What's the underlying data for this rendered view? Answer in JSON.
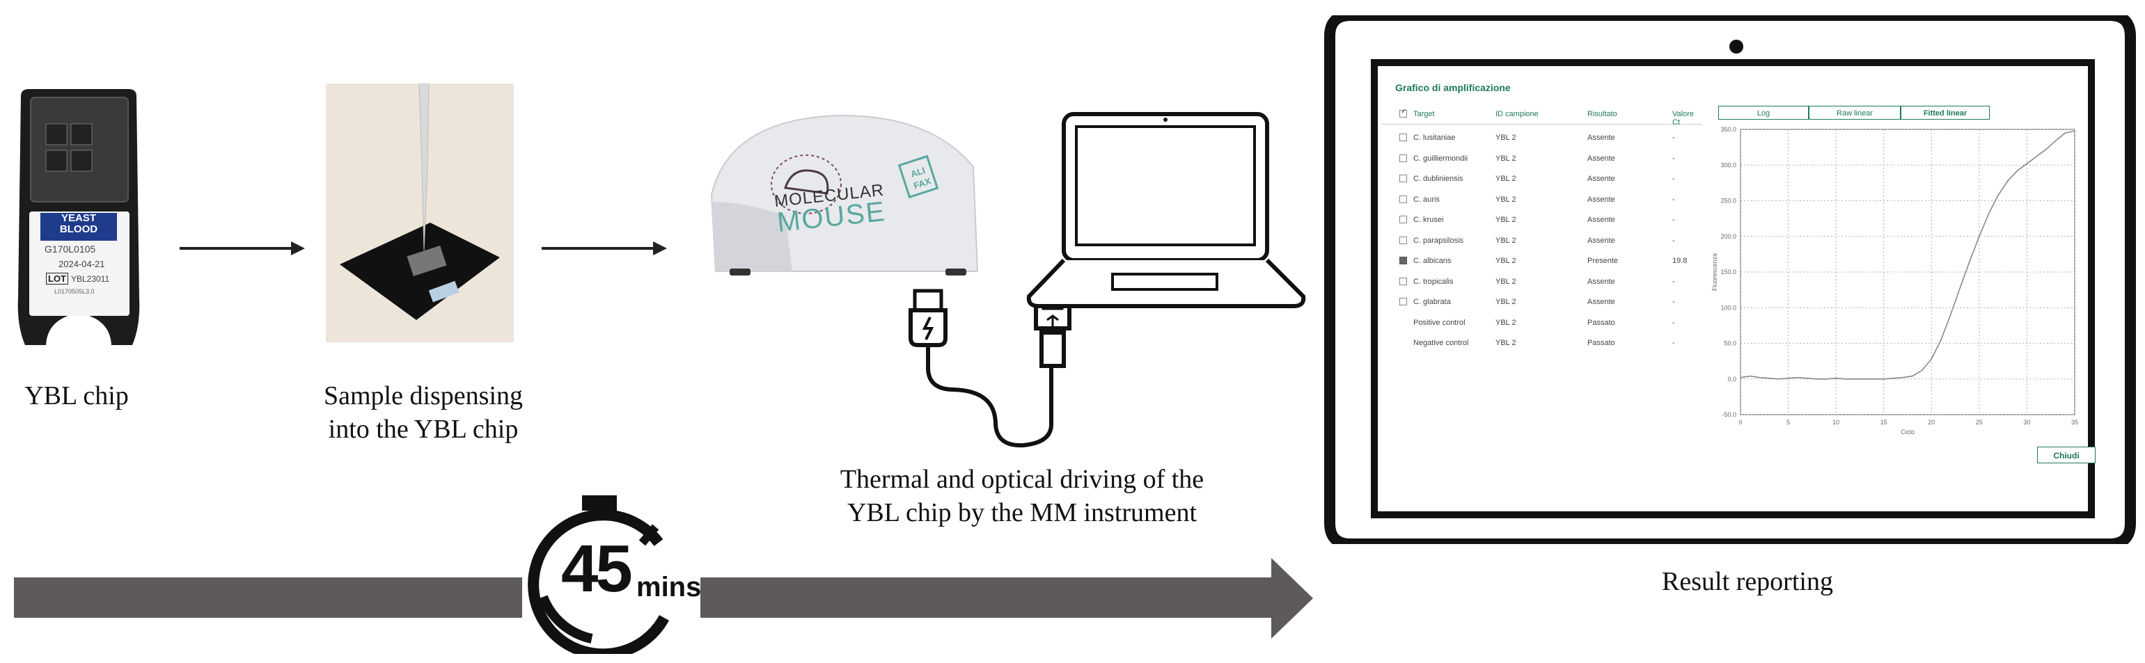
{
  "steps": {
    "chip_caption": "YBL chip",
    "dispense_caption": "Sample dispensing\ninto the YBL chip",
    "instrument_caption": "Thermal and optical driving of the\nYBL chip by the MM instrument",
    "result_caption": "Result reporting"
  },
  "chip_label": {
    "line1": "YEAST",
    "line2": "BLOOD",
    "code": "G170L0105",
    "date": "2024-04-21",
    "lot_tag": "LOT",
    "lot_value": "YBL23011",
    "small": "L0170505L3.0"
  },
  "timer": {
    "number": "45",
    "unit": "mins"
  },
  "instrument": {
    "brand_line1": "MOLECULAR",
    "brand_line2": "MOUSE",
    "badge_line1": "ALI",
    "badge_line2": "FAX"
  },
  "screen": {
    "title": "Grafico di amplificazione",
    "columns": [
      "Target",
      "ID campione",
      "Risultato",
      "Valore Ct"
    ],
    "rows": [
      {
        "target": "C. lusitaniae",
        "id": "YBL 2",
        "result": "Assente",
        "ct": "-",
        "checkbox": true,
        "checked": false
      },
      {
        "target": "C. guilliermondii",
        "id": "YBL 2",
        "result": "Assente",
        "ct": "-",
        "checkbox": true,
        "checked": false
      },
      {
        "target": "C. dubliniensis",
        "id": "YBL 2",
        "result": "Assente",
        "ct": "-",
        "checkbox": true,
        "checked": false
      },
      {
        "target": "C. auris",
        "id": "YBL 2",
        "result": "Assente",
        "ct": "-",
        "checkbox": true,
        "checked": false
      },
      {
        "target": "C. krusei",
        "id": "YBL 2",
        "result": "Assente",
        "ct": "-",
        "checkbox": true,
        "checked": false
      },
      {
        "target": "C. parapsilosis",
        "id": "YBL 2",
        "result": "Assente",
        "ct": "-",
        "checkbox": true,
        "checked": false
      },
      {
        "target": "C. albicans",
        "id": "YBL 2",
        "result": "Presente",
        "ct": "19.8",
        "checkbox": true,
        "checked": true
      },
      {
        "target": "C. tropicalis",
        "id": "YBL 2",
        "result": "Assente",
        "ct": "-",
        "checkbox": true,
        "checked": false
      },
      {
        "target": "C. glabrata",
        "id": "YBL 2",
        "result": "Assente",
        "ct": "-",
        "checkbox": true,
        "checked": false
      },
      {
        "target": "Positive control",
        "id": "YBL 2",
        "result": "Passato",
        "ct": "-",
        "checkbox": false,
        "checked": false
      },
      {
        "target": "Negative control",
        "id": "YBL 2",
        "result": "Passato",
        "ct": "-",
        "checkbox": false,
        "checked": false
      }
    ],
    "tabs": [
      "Log",
      "Raw linear",
      "Fitted linear"
    ],
    "active_tab": "Fitted linear",
    "close_button": "Chiudi",
    "accent_color": "#1e7a57"
  },
  "chart_data": {
    "type": "line",
    "title": "",
    "xlabel": "Ciclo",
    "ylabel": "Fluorescenza",
    "xlim": [
      0,
      35
    ],
    "ylim": [
      -50,
      350
    ],
    "x_ticks": [
      0,
      5,
      10,
      15,
      20,
      25,
      30,
      35
    ],
    "y_ticks": [
      -50,
      0,
      50,
      100,
      150,
      200,
      250,
      300,
      350
    ],
    "y_tick_labels": [
      "-50.0",
      "0.0",
      "50.0",
      "100.0",
      "150.0",
      "200.0",
      "250.0",
      "300.0",
      "350.0"
    ],
    "series": [
      {
        "color": "#888888",
        "x": [
          0,
          1,
          2,
          3,
          4,
          5,
          6,
          7,
          8,
          9,
          10,
          11,
          12,
          13,
          14,
          15,
          16,
          17,
          18,
          19,
          20,
          21,
          22,
          23,
          24,
          25,
          26,
          27,
          28,
          29,
          30,
          31,
          32,
          33,
          34,
          35
        ],
        "y": [
          2,
          4,
          2,
          1,
          0,
          1,
          2,
          1,
          0,
          0,
          1,
          0,
          0,
          0,
          0,
          0,
          1,
          2,
          4,
          12,
          28,
          55,
          90,
          128,
          165,
          200,
          232,
          258,
          278,
          292,
          302,
          312,
          322,
          334,
          345,
          348
        ]
      }
    ],
    "grid": true
  }
}
